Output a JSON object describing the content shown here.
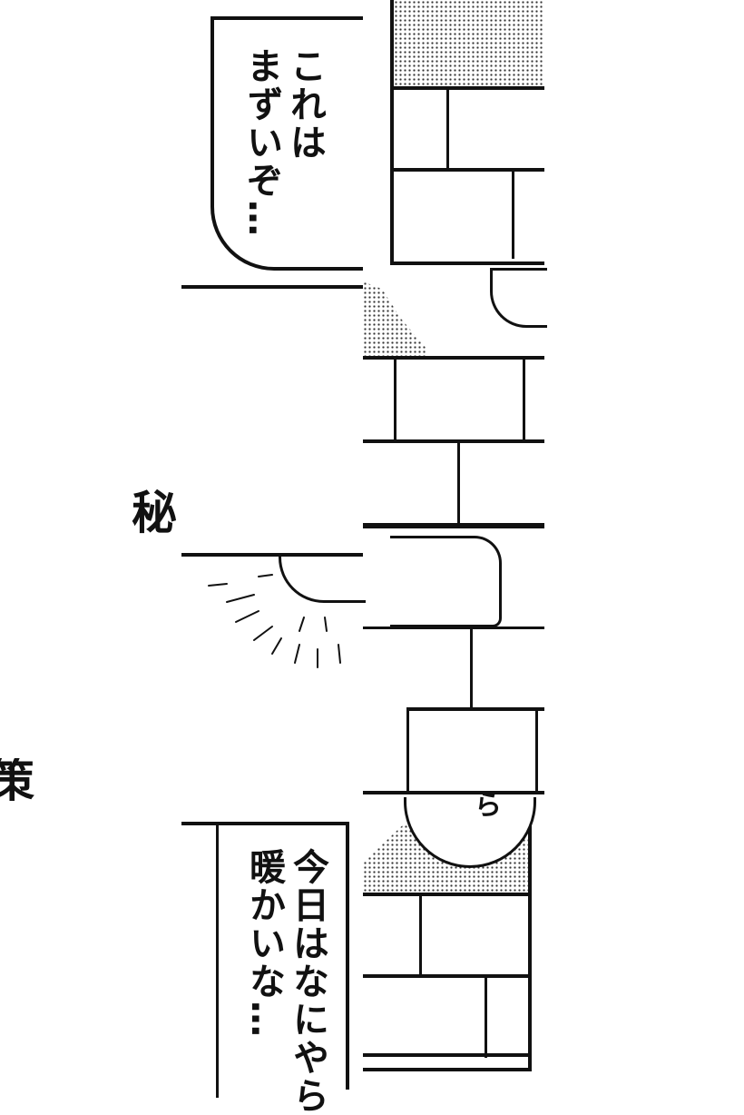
{
  "panels": {
    "bubble_top": {
      "lines": [
        "これは",
        "まずいぞ…"
      ]
    },
    "bubble_bottom": {
      "lines": [
        "今日はなにやら",
        "暖かいな…"
      ]
    },
    "sfx_secret_left": "秘",
    "sfx_secret_right": "策",
    "sfx_fragment": "ら"
  }
}
